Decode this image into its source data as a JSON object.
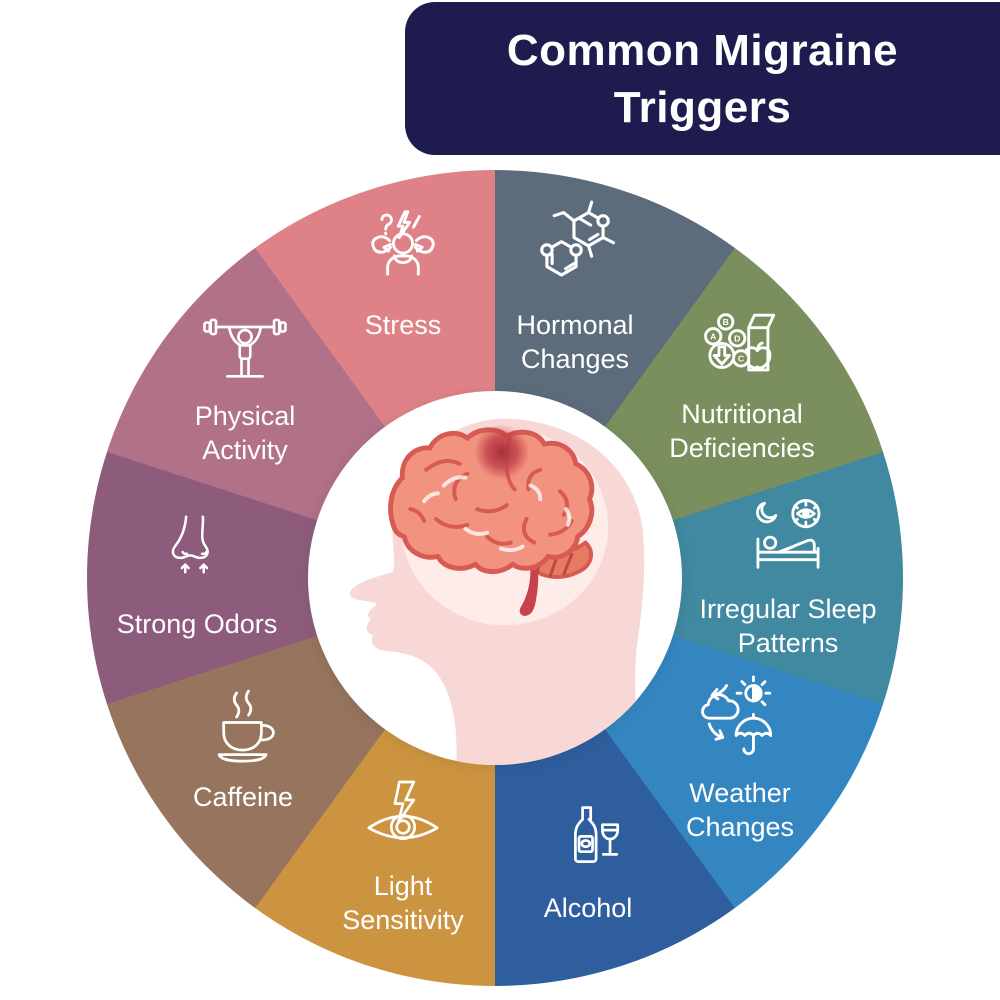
{
  "title": {
    "text": "Common Migraine Triggers",
    "bg": "#1e1c4e",
    "color": "#ffffff"
  },
  "center": {
    "illustration": "head-profile-with-brain",
    "head_color": "#f8d8d6",
    "skull_inner_color": "#fdece8",
    "brain_color": "#f29380",
    "brain_outline_color": "#d75b52",
    "pain_spot_color": "#b03543",
    "circle_bg": "#ffffff"
  },
  "chart_data": {
    "type": "pie",
    "equal_segments": true,
    "segment_angle_deg": 36,
    "start_angle_deg": 0,
    "text_color": "#ffffff",
    "segments": [
      {
        "label": "Hormonal Changes",
        "color": "#5d6c7b",
        "icon": "hormone-molecule-icon"
      },
      {
        "label": "Nutritional Deficiencies",
        "color": "#7a8f5d",
        "icon": "vitamins-food-icon",
        "icon_letters": [
          "A",
          "B",
          "D",
          "C"
        ]
      },
      {
        "label": "Irregular Sleep Patterns",
        "color": "#4089a0",
        "icon": "sleep-bed-icon"
      },
      {
        "label": "Weather Changes",
        "color": "#3486c1",
        "icon": "weather-cycle-icon"
      },
      {
        "label": "Alcohol",
        "color": "#2f5e9e",
        "icon": "wine-bottle-glass-icon"
      },
      {
        "label": "Light Sensitivity",
        "color": "#cc9440",
        "icon": "eye-lightning-icon"
      },
      {
        "label": "Caffeine",
        "color": "#96745d",
        "icon": "coffee-cup-icon"
      },
      {
        "label": "Strong Odors",
        "color": "#8d5c7c",
        "icon": "nose-inhale-icon"
      },
      {
        "label": "Physical Activity",
        "color": "#b07189",
        "icon": "weightlifter-icon"
      },
      {
        "label": "Stress",
        "color": "#df8287",
        "icon": "stressed-person-icon"
      }
    ]
  }
}
